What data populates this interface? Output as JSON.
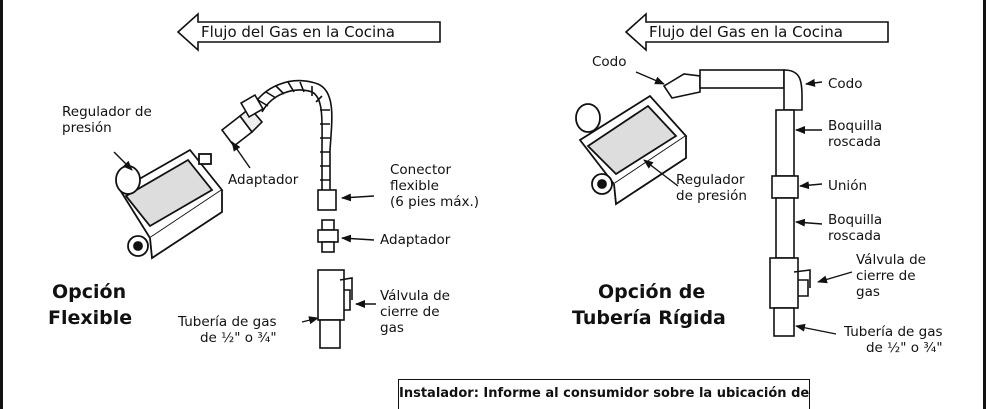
{
  "left_panel": {
    "flow_label": "Flujo del Gas en la Cocina",
    "option_line1": "Opción",
    "option_line2": "Flexible",
    "labels": {
      "regulator": "Regulador de\npresión",
      "adapter_top": "Adaptador",
      "connector": "Conector\nflexible\n(6 pies máx.)",
      "adapter_bottom": "Adaptador",
      "valve": "Válvula de\ncierre de\ngas",
      "pipe": "Tubería de gas\nde ½\" o ¾\""
    }
  },
  "right_panel": {
    "flow_label": "Flujo del Gas en la Cocina",
    "option_line1": "Opción de",
    "option_line2": "Tubería Rígida",
    "labels": {
      "elbow_left": "Codo",
      "elbow_right": "Codo",
      "nipple_top": "Boquilla\nroscada",
      "regulator": "Regulador\nde presión",
      "union": "Unión",
      "nipple_bottom": "Boquilla\nroscada",
      "valve": "Válvula de\ncierre de\ngas",
      "pipe": "Tubería de gas\nde ½\" o ¾\""
    }
  },
  "footer_note": "Instalador: Informe al consumidor sobre la ubicación de la válvula de cierre de gas."
}
